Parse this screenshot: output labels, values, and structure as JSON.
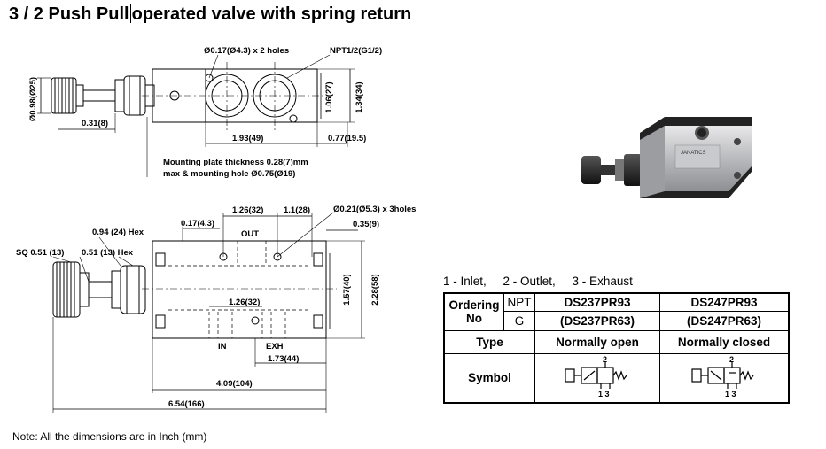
{
  "title": {
    "part1": "3 / 2 Push Pull",
    "part2": "operated valve with spring return"
  },
  "dimensions": {
    "holes_small": "Ø0.17(Ø4.3) x 2 holes",
    "npt": "NPT1/2(G1/2)",
    "dia_knob": "Ø0.98(Ø25)",
    "len_031": "0.31(8)",
    "h_106": "1.06(27)",
    "h_134": "1.34(34)",
    "len_193": "1.93(49)",
    "len_077": "0.77(19.5)",
    "mount1": "Mounting plate thickness 0.28(7)mm",
    "mount2": "max & mounting hole Ø0.75(Ø19)",
    "len_017": "0.17(4.3)",
    "len_126_top": "1.26(32)",
    "len_11": "1.1(28)",
    "holes_3": "Ø0.21(Ø5.3) x 3holes",
    "len_035": "0.35(9)",
    "hex_094": "0.94 (24) Hex",
    "sq_051": "SQ 0.51 (13)",
    "hex_051": "0.51 (13) Hex",
    "out": "OUT",
    "len_126_mid": "1.26(32)",
    "h_157": "1.57(40)",
    "h_228": "2.28(58)",
    "in": "IN",
    "exh": "EXH",
    "len_173": "1.73(44)",
    "len_409": "4.09(104)",
    "len_654": "6.54(166)",
    "photo_brand": "JANATICS"
  },
  "legend": "1 - Inlet,     2 - Outlet,     3 - Exhaust",
  "table": {
    "ordering": "Ordering",
    "no": "No",
    "npt": "NPT",
    "g": "G",
    "npt_open": "DS237PR93",
    "npt_closed": "DS247PR93",
    "g_open": "(DS237PR63)",
    "g_closed": "(DS247PR63)",
    "type_label": "Type",
    "type_open": "Normally open",
    "type_closed": "Normally closed",
    "symbol_label": "Symbol",
    "sym_top": "2",
    "sym_bottom": "1 3"
  },
  "note": "Note: All the dimensions are in Inch (mm)"
}
